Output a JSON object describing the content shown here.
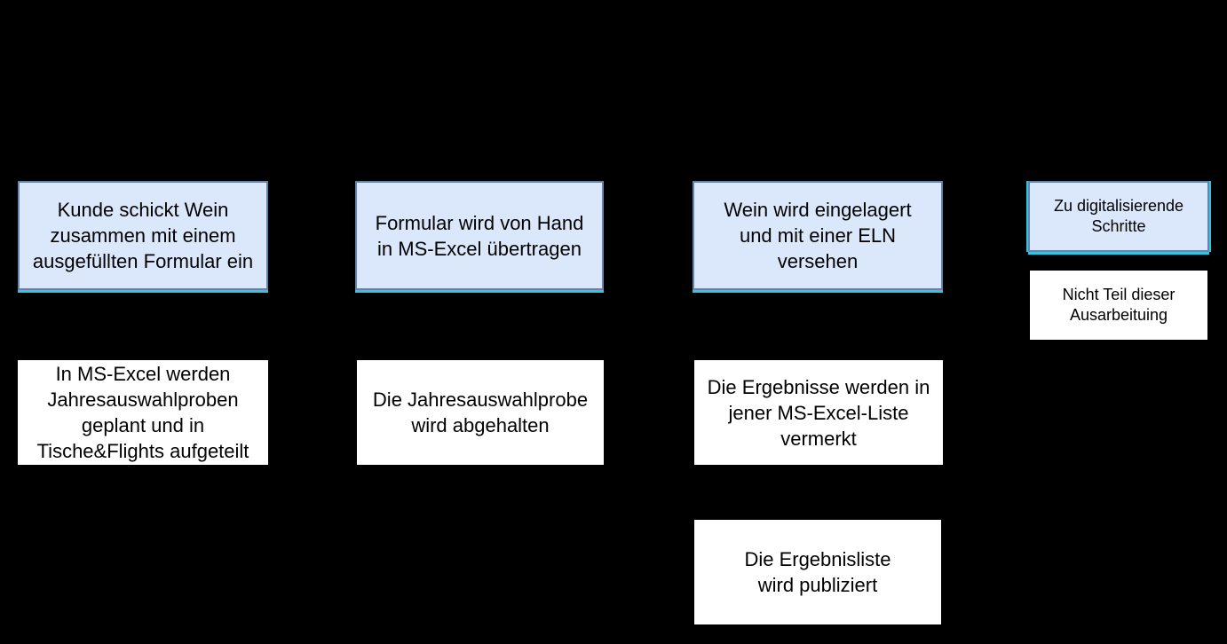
{
  "canvas": {
    "background_color": "#000000",
    "text_color": "#000000"
  },
  "colors": {
    "digitize_fill": "#dbe8fb",
    "digitize_border": "#6484ae",
    "highlight_cyan": "#35c4de",
    "plain_fill": "#ffffff"
  },
  "diagram": {
    "process_nodes": [
      {
        "id": "step-1",
        "label": "Kunde schickt Wein\nzusammen mit einem\nausgefüllten Formular ein",
        "style": "digitize"
      },
      {
        "id": "step-2",
        "label": "Formular wird von Hand\nin MS-Excel übertragen",
        "style": "digitize"
      },
      {
        "id": "step-3",
        "label": "Wein wird eingelagert\nund mit einer ELN\nversehen",
        "style": "digitize"
      },
      {
        "id": "step-4",
        "label": "In MS-Excel werden\nJahresauswahlproben\ngeplant und in\nTische&Flights aufgeteilt",
        "style": "plain"
      },
      {
        "id": "step-5",
        "label": "Die Jahresauswahlprobe\nwird abgehalten",
        "style": "plain"
      },
      {
        "id": "step-6",
        "label": "Die Ergebnisse werden in\njener MS-Excel-Liste\nvermerkt",
        "style": "plain"
      },
      {
        "id": "step-7",
        "label": "Die Ergebnisliste\nwird publiziert",
        "style": "plain"
      }
    ],
    "legend": [
      {
        "id": "legend-digitize",
        "label": "Zu digitalisierende\nSchritte",
        "style": "digitize"
      },
      {
        "id": "legend-out-of-scope",
        "label": "Nicht Teil dieser\nAusarbeituing",
        "style": "plain"
      }
    ]
  }
}
